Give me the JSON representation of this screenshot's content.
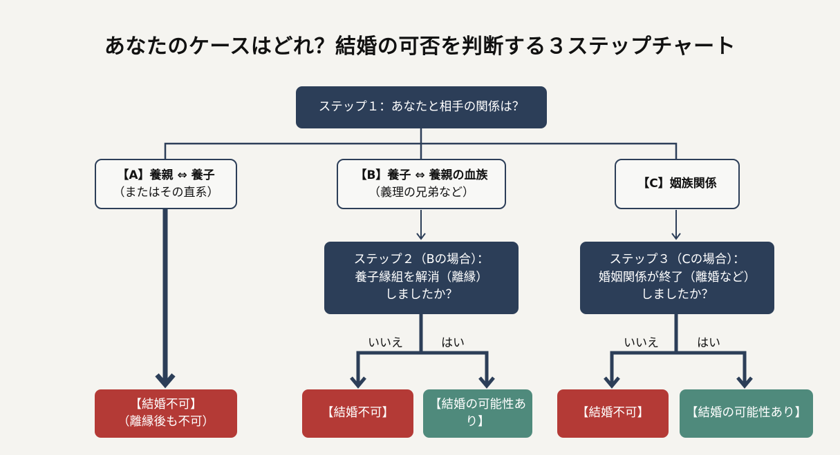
{
  "title": "あなたのケースはどれ？結婚の可否を判断する３ステップチャート",
  "colors": {
    "dark_node": "#2c3e58",
    "outline_node_border": "#2c3e58",
    "not_allowed": "#b43a36",
    "possible": "#4f8a7c",
    "background": "#f5f4f0"
  },
  "step1": {
    "text": "ステップ１：あなたと相手の関係は？"
  },
  "cases": {
    "a": {
      "line1": "【A】養親 ⇔ 養子",
      "line2": "（またはその直系）"
    },
    "b": {
      "line1": "【B】養子 ⇔ 養親の血族",
      "line2": "（義理の兄弟など）"
    },
    "c": {
      "line1": "【C】姻族関係"
    }
  },
  "step2": {
    "line1": "ステップ２（Bの場合）：",
    "line2": "養子縁組を解消（離縁）",
    "line3": "しましたか？"
  },
  "step3": {
    "line1": "ステップ３（Cの場合）：",
    "line2": "婚姻関係が終了（離婚など）",
    "line3": "しましたか？"
  },
  "branch_labels": {
    "no": "いいえ",
    "yes": "はい"
  },
  "results": {
    "a": {
      "line1": "【結婚不可】",
      "line2": "（離縁後も不可）"
    },
    "b_no": {
      "line1": "【結婚不可】"
    },
    "b_yes": {
      "line1": "【結婚の可能性あ",
      "line2": "り】"
    },
    "c_no": {
      "line1": "【結婚不可】"
    },
    "c_yes": {
      "line1": "【結婚の可能性あり】"
    }
  }
}
